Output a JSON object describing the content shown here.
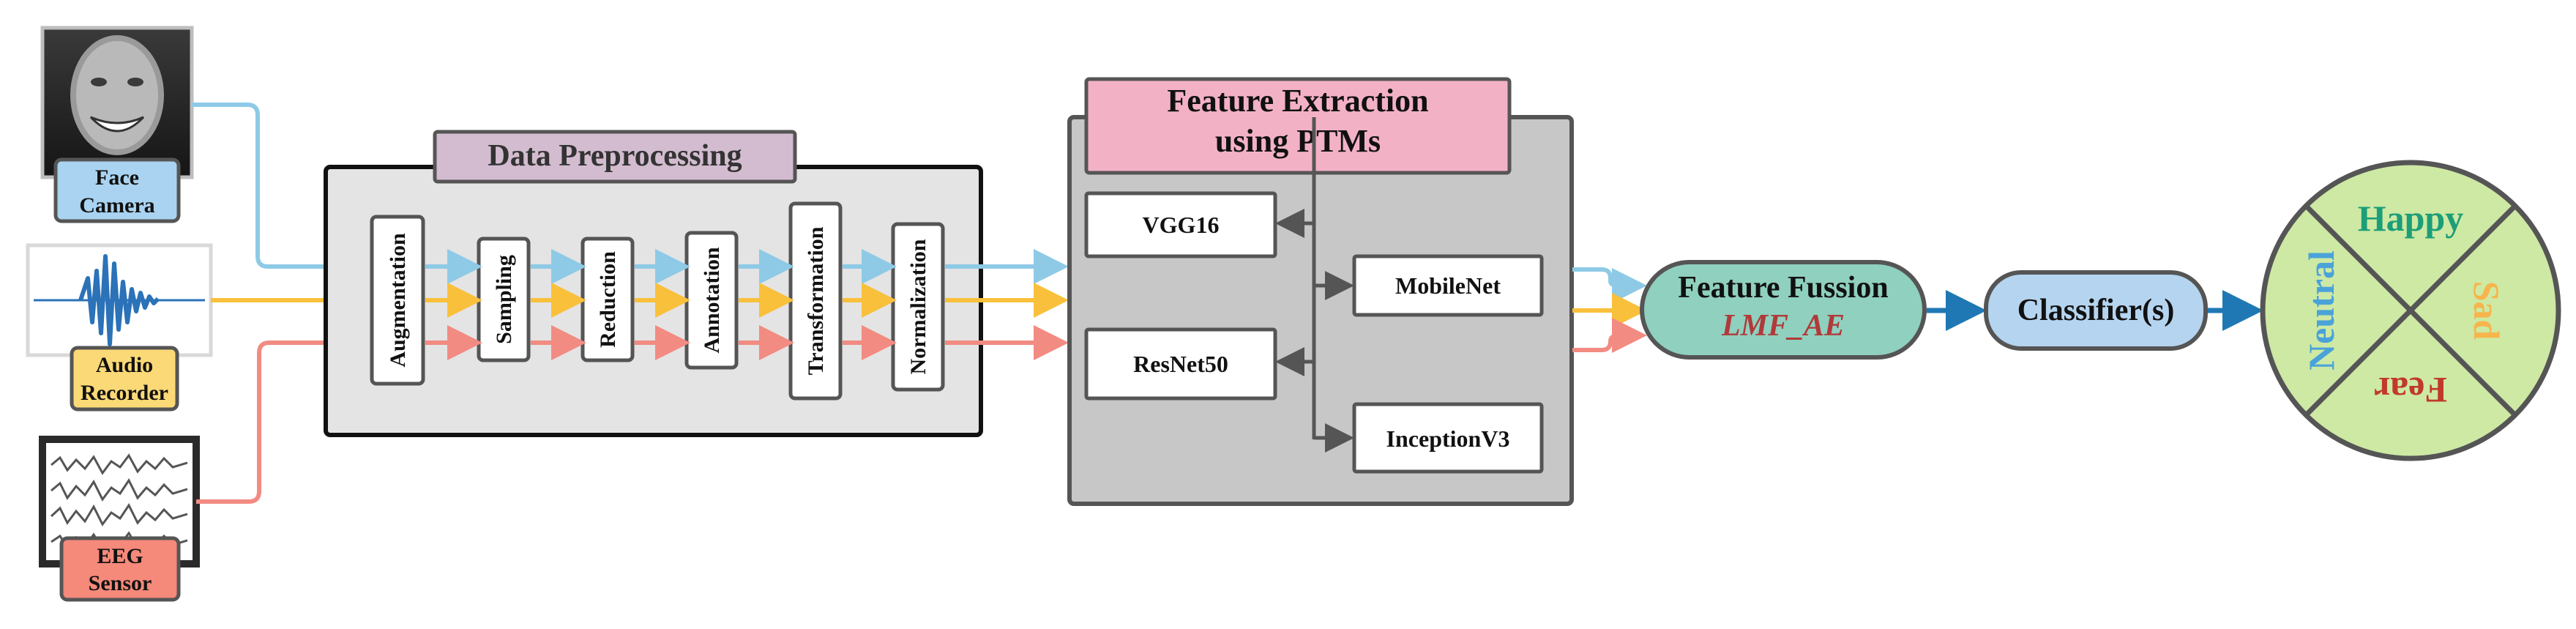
{
  "inputs": {
    "face": {
      "label_line1": "Face",
      "label_line2": "Camera"
    },
    "audio": {
      "label_line1": "Audio",
      "label_line2": "Recorder"
    },
    "eeg": {
      "label_line1": "EEG",
      "label_line2": "Sensor"
    }
  },
  "preprocessing": {
    "title": "Data Preprocessing",
    "steps": [
      "Augmentation",
      "Sampling",
      "Reduction",
      "Annotation",
      "Transformation",
      "Normalization"
    ]
  },
  "feature_extraction": {
    "title_line1": "Feature Extraction",
    "title_line2": "using PTMs",
    "models": [
      "VGG16",
      "ResNet50",
      "MobileNet",
      "InceptionV3"
    ]
  },
  "fusion": {
    "title": "Feature Fussion",
    "subtitle": "LMF_AE"
  },
  "classifier": {
    "label": "Classifier(s)"
  },
  "emotions": {
    "happy": "Happy",
    "sad": "Sad",
    "fear": "Fear",
    "neutral": "Neutral"
  },
  "colors": {
    "face": "#8ecae6",
    "audio": "#f9c03c",
    "eeg": "#f28b82",
    "output_arrow": "#1f78b4",
    "face_label_bg": "#a9d3f0",
    "audio_label_bg": "#fbd976",
    "eeg_label_bg": "#f5897a",
    "preproc_title_bg": "#d3bcd0",
    "fe_title_bg": "#f3b1c6",
    "fusion_bg": "#8fd0be",
    "classifier_bg": "#b5d4ef",
    "emotion_bg": "#cde9a4",
    "happy": "#1c9e78",
    "sad": "#f7b54b",
    "fear": "#c0392b",
    "neutral": "#4aa3d8",
    "subtitle": "#b03a3a"
  }
}
